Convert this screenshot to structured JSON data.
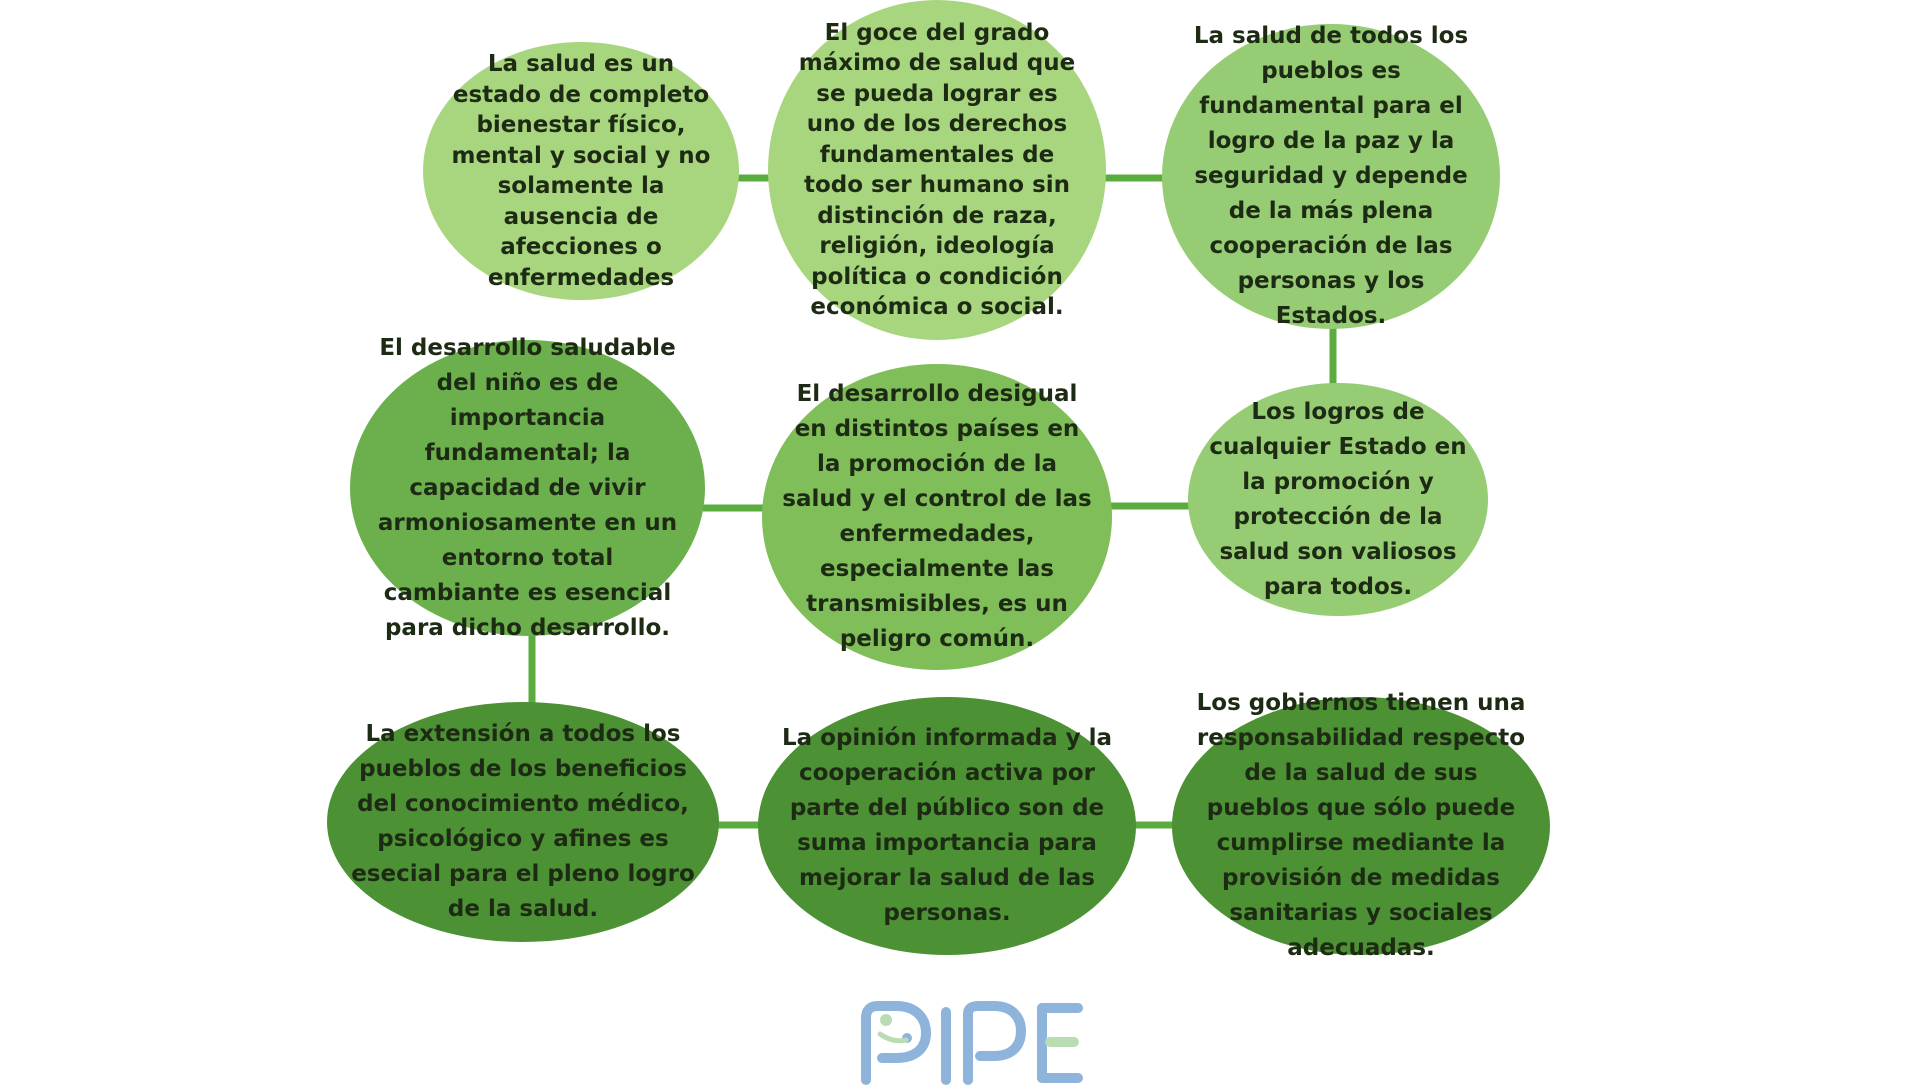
{
  "colors": {
    "connector": "#5aac3f",
    "node_light": "#a8d67f",
    "node_mid": "#96cc74",
    "node_mid2": "#7fbe59",
    "node_deep": "#6bb04d",
    "node_dark": "#4c9134",
    "logo_blue": "#8fb4dc",
    "logo_green": "#b9dcb2"
  },
  "nodes": {
    "n1": "La salud es un estado de completo bienestar físico, mental y social y no solamente la ausencia de afecciones o enfermedades",
    "n2": "El goce del grado máximo de salud que se pueda lograr es uno de los derechos fundamentales de todo ser humano sin distinción de raza, religión, ideología política o condición económica o social.",
    "n3": "La salud de todos los pueblos es fundamental para el logro de la paz y la seguridad y depende de la más plena cooperación de las personas y los Estados.",
    "n4": "El desarrollo saludable del niño es de importancia fundamental; la capacidad de vivir armoniosamente en un entorno total cambiante es esencial para dicho desarrollo.",
    "n5": "El desarrollo desigual en distintos países en la promoción de la salud y el control de las enfermedades, especialmente las transmisibles, es un peligro común.",
    "n6": "Los logros de cualquier Estado en la promoción y protección de la salud son valiosos para todos.",
    "n7": "La extensión a todos los pueblos de los beneficios del conocimiento médico, psicológico y afines es esecial para el pleno logro de la salud.",
    "n8": "La opinión informada y la cooperación activa por parte del público son de suma importancia para mejorar la salud de las personas.",
    "n9": "Los gobiernos tienen una responsabilidad respecto de la salud de sus pueblos que sólo puede cumplirse mediante la provisión de medidas sanitarias y sociales adecuadas."
  },
  "logo": {
    "text": "PIPE",
    "icon": "pipe-logo-icon"
  }
}
